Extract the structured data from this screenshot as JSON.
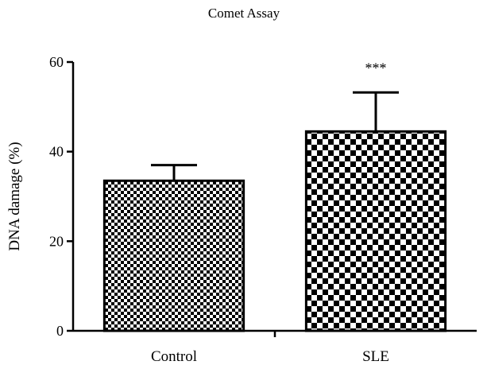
{
  "chart_data": {
    "type": "bar",
    "title": "Comet Assay",
    "xlabel": "",
    "ylabel": "DNA damage (%)",
    "categories": [
      "Control",
      "SLE"
    ],
    "values": [
      33.5,
      44.5
    ],
    "error_upper": [
      37.0,
      53.2
    ],
    "annotations": [
      "",
      "***"
    ],
    "ylim": [
      0,
      60
    ],
    "yticks": [
      0,
      20,
      40,
      60
    ],
    "grid": false,
    "legend": "none",
    "colors": {
      "foreground": "#000000",
      "background": "#ffffff"
    }
  }
}
